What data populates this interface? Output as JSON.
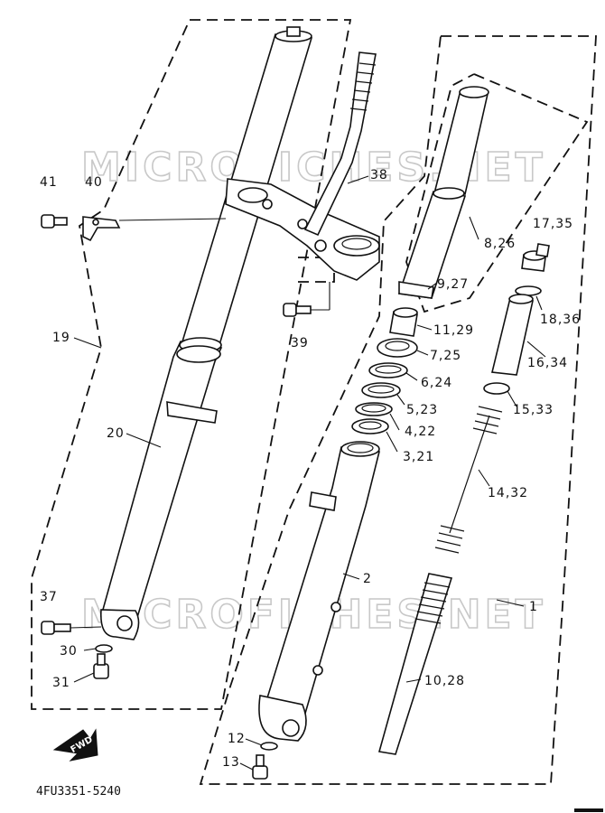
{
  "watermark": "MICROFICHES.NET",
  "diagram_code": "4FU3351-5240",
  "fwd_badge": "FWD",
  "labels": {
    "l41": "41",
    "l40": "40",
    "l38": "38",
    "l19": "19",
    "l20": "20",
    "l39": "39",
    "l37": "37",
    "l30": "30",
    "l31": "31",
    "l17_35": "17,35",
    "l8_26": "8,26",
    "l9_27": "9,27",
    "l18_36": "18,36",
    "l11_29": "11,29",
    "l7_25": "7,25",
    "l16_34": "16,34",
    "l6_24": "6,24",
    "l5_23": "5,23",
    "l15_33": "15,33",
    "l4_22": "4,22",
    "l3_21": "3,21",
    "l14_32": "14,32",
    "l2": "2",
    "l1": "1",
    "l10_28": "10,28",
    "l12": "12",
    "l13": "13"
  }
}
